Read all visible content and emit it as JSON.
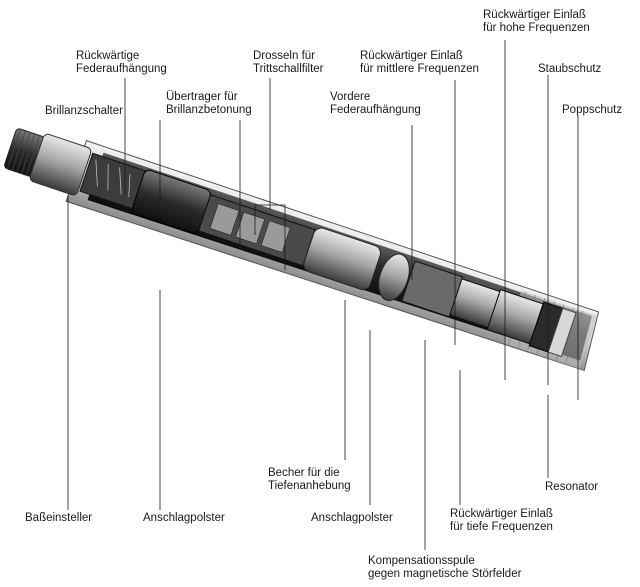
{
  "labels": {
    "rueckw_feder": "Rückwärtige\nFederaufhängung",
    "drosseln": "Drosseln für\nTrittschallfilter",
    "einlass_mittel": "Rückwärtiger Einlaß\nfür mittlere Frequenzen",
    "einlass_hoch": "Rückwärtiger Einlaß\nfür hohe Frequenzen",
    "staubschutz": "Staubschutz",
    "poppschutz": "Poppschutz",
    "brillanzschalter": "Brillanzschalter",
    "uebertrager": "Übertrager für\nBrillanzbetonung",
    "vordere_feder": "Vordere\nFederaufhängung",
    "becher": "Becher für die\nTiefenanhebung",
    "resonator": "Resonator",
    "basseinsteller": "Baßeinsteller",
    "anschlag1": "Anschlagpolster",
    "anschlag2": "Anschlagpolster",
    "einlass_tief": "Rückwärtiger Einlaß\nfür tiefe Frequenzen",
    "kompensation": "Kompensationsspule\ngegen magnetische Störfelder"
  }
}
